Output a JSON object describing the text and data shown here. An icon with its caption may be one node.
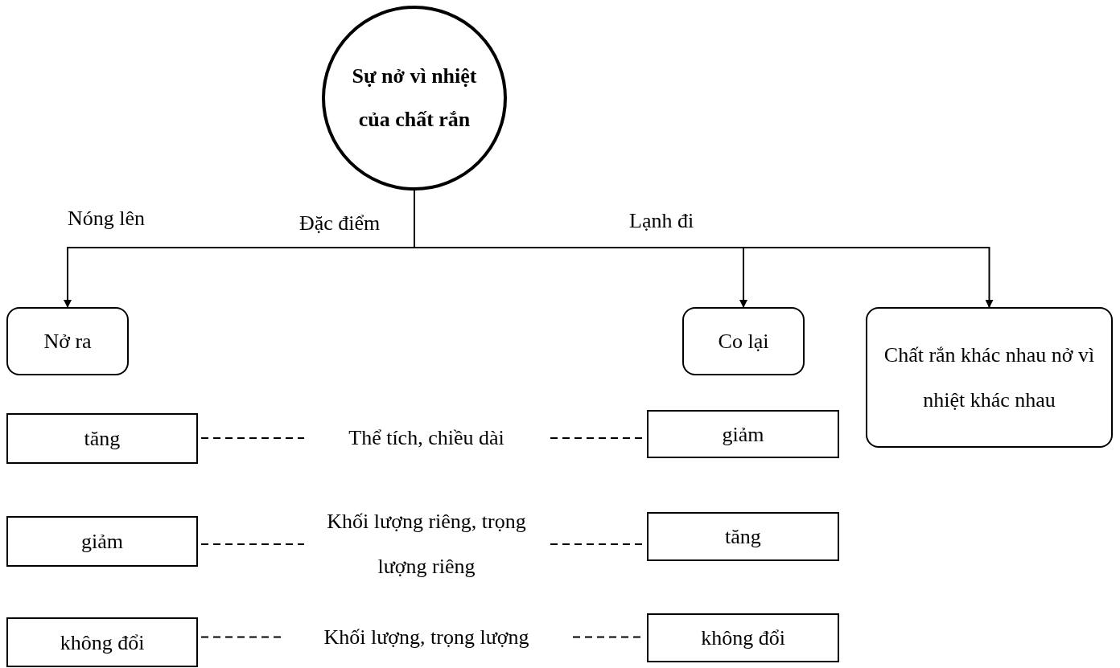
{
  "diagram": {
    "nodes": [
      {
        "text": [
          "Sự nở vì nhiệt của chất rắn"
        ]
      },
      {
        "text": [
          "Nở ra"
        ]
      },
      {
        "text": [
          "Co lại"
        ]
      },
      {
        "text": [
          "Chất rắn khác nhau nở vì nhiệt khác nhau"
        ]
      },
      {
        "text": [
          "tăng"
        ]
      },
      {
        "text": [
          "Thể tích, chiều dài"
        ]
      },
      {
        "text": [
          "giảm"
        ]
      },
      {
        "text": [
          "giảm"
        ]
      },
      {
        "text": [
          "Khối lượng riêng, trọng lượng riêng"
        ]
      },
      {
        "text": [
          "tăng"
        ]
      },
      {
        "text": [
          "không đổi"
        ]
      },
      {
        "text": [
          "Khối lượng, trọng lượng"
        ]
      },
      {
        "text": [
          "không đổi"
        ]
      }
    ],
    "edges": [
      {
        "from": 0,
        "to": 1,
        "arrow": "to",
        "label": "Nóng lên"
      },
      {
        "from": 0,
        "to": 2,
        "arrow": "to",
        "label": "Lạnh đi"
      },
      {
        "from": 0,
        "to": 3,
        "arrow": "to",
        "label": "Đặc điểm"
      },
      {
        "from": 4,
        "to": 5,
        "arrow": "none",
        "style": "dashed"
      },
      {
        "from": 5,
        "to": 6,
        "arrow": "none",
        "style": "dashed"
      },
      {
        "from": 7,
        "to": 8,
        "arrow": "none",
        "style": "dashed"
      },
      {
        "from": 8,
        "to": 9,
        "arrow": "none",
        "style": "dashed"
      },
      {
        "from": 10,
        "to": 11,
        "arrow": "none",
        "style": "dashed"
      },
      {
        "from": 11,
        "to": 12,
        "arrow": "none",
        "style": "dashed"
      }
    ]
  }
}
